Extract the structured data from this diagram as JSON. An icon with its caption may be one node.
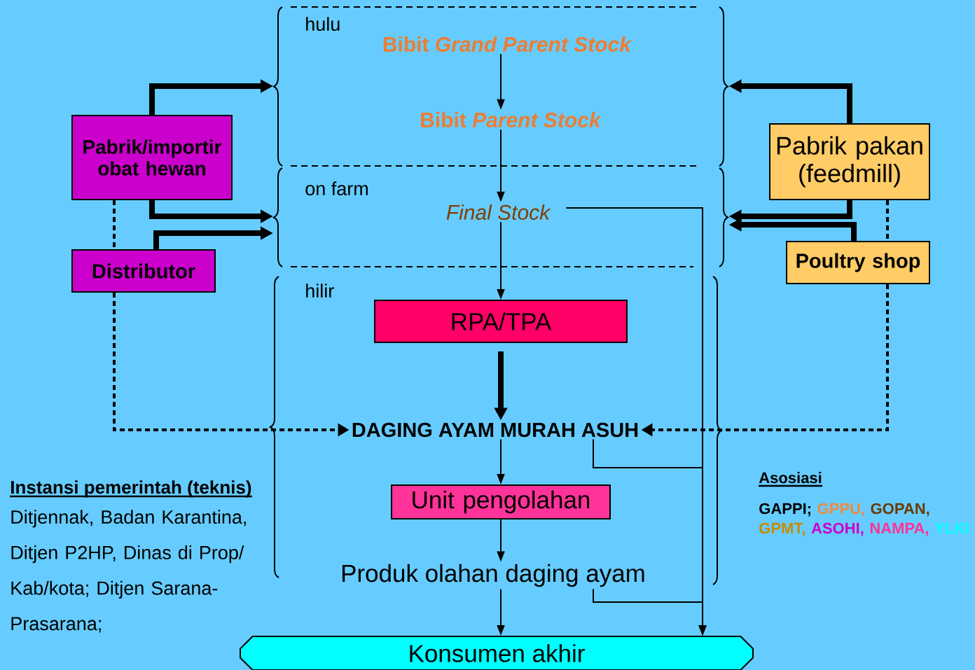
{
  "diagram": {
    "nodes": [
      {
        "text": [
          "hulu"
        ]
      },
      {
        "text": [
          "Bibit *Grand Parent Stock*"
        ],
        "in": 0
      },
      {
        "text": [
          "Bibit *Parent Stock*"
        ],
        "in": 0
      },
      {
        "text": [
          "on farm"
        ]
      },
      {
        "text": [
          "Final Stock"
        ],
        "in": 3
      },
      {
        "text": [
          "hilir"
        ]
      },
      {
        "text": [
          "RPA/TPA"
        ],
        "in": 5
      },
      {
        "text": [
          "DAGING AYAM MURAH ASUH"
        ],
        "in": 5
      },
      {
        "text": [
          "Unit pengolahan"
        ],
        "in": 5
      },
      {
        "text": [
          "Produk olahan daging ayam"
        ],
        "in": 5
      },
      {
        "text": [
          "Konsumen akhir"
        ]
      },
      {
        "text": [
          "Pabrik/importir obat hewan"
        ]
      },
      {
        "text": [
          "Distributor"
        ]
      },
      {
        "text": [
          "Pabrik pakan (feedmill)"
        ]
      },
      {
        "text": [
          "Poultry shop"
        ]
      }
    ],
    "edges": [
      {
        "from": 1,
        "to": 2,
        "arrow": "to"
      },
      {
        "from": 2,
        "to": 4,
        "arrow": "to"
      },
      {
        "from": 4,
        "to": 6,
        "arrow": "to"
      },
      {
        "from": 6,
        "to": 7,
        "arrow": "to",
        "style": "thick"
      },
      {
        "from": 7,
        "to": 8,
        "arrow": "to"
      },
      {
        "from": 8,
        "to": 9,
        "arrow": "to"
      },
      {
        "from": 9,
        "to": 10,
        "arrow": "to"
      },
      {
        "from": 4,
        "to": 10,
        "arrow": "to"
      },
      {
        "from": 7,
        "to": 10,
        "arrow": "to"
      },
      {
        "from": 9,
        "to": 10,
        "arrow": "to"
      },
      {
        "from": 11,
        "to": 0,
        "arrow": "to",
        "style": "thick"
      },
      {
        "from": 11,
        "to": 3,
        "arrow": "to",
        "style": "thick"
      },
      {
        "from": 12,
        "to": 3,
        "arrow": "to",
        "style": "thick"
      },
      {
        "from": 13,
        "to": 0,
        "arrow": "to",
        "style": "thick"
      },
      {
        "from": 13,
        "to": 3,
        "arrow": "to",
        "style": "thick"
      },
      {
        "from": 14,
        "to": 3,
        "arrow": "to",
        "style": "thick"
      },
      {
        "from": 11,
        "to": 12,
        "arrow": "none",
        "style": "dashed"
      },
      {
        "from": 12,
        "to": 7,
        "arrow": "to",
        "style": "dashed"
      },
      {
        "from": 13,
        "to": 14,
        "arrow": "none",
        "style": "dashed"
      },
      {
        "from": 14,
        "to": 7,
        "arrow": "to",
        "style": "dashed"
      }
    ],
    "labels": [
      "Instansi pemerintah (teknis)",
      "Ditjennak, Badan Karantina, Ditjen P2HP, Dinas di Prop/ Kab/kota; Ditjen Sarana- Prasarana;",
      "Asosiasi",
      "GAPPI;",
      "GPPU,",
      "GOPAN,",
      "GPMT,",
      "ASOHI,",
      "NAMPA,",
      "YLKI"
    ]
  }
}
